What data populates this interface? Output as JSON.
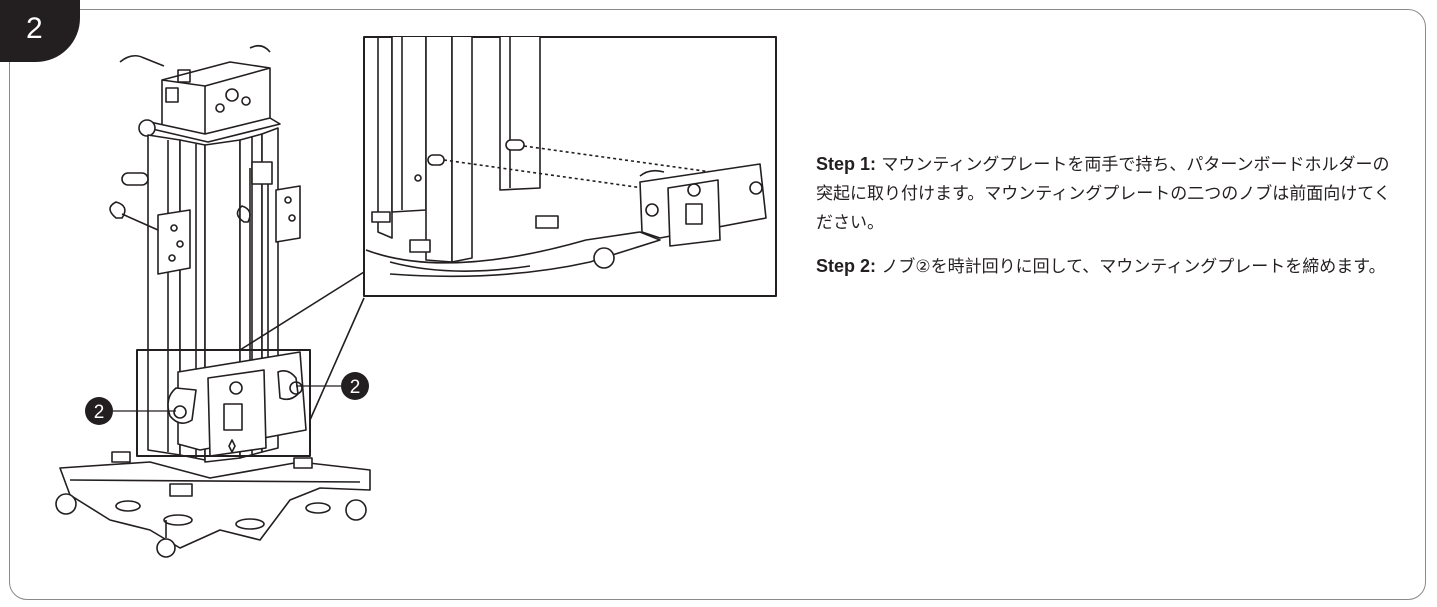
{
  "step": {
    "number": "2"
  },
  "callouts": {
    "left": "2",
    "right": "2"
  },
  "instructions": {
    "step1_label": "Step 1:",
    "step1_text": "マウンティングプレートを両手で持ち、パターンボードホルダーの突起に取り付けます。マウンティングプレートの二つのノブは前面向けてください。",
    "step2_label": "Step 2:",
    "step2_text": "ノブ②を時計回りに回して、マウンティングプレートを締めます。"
  },
  "colors": {
    "ink": "#231f20",
    "card_border": "#8a8a8a",
    "background": "#ffffff"
  }
}
